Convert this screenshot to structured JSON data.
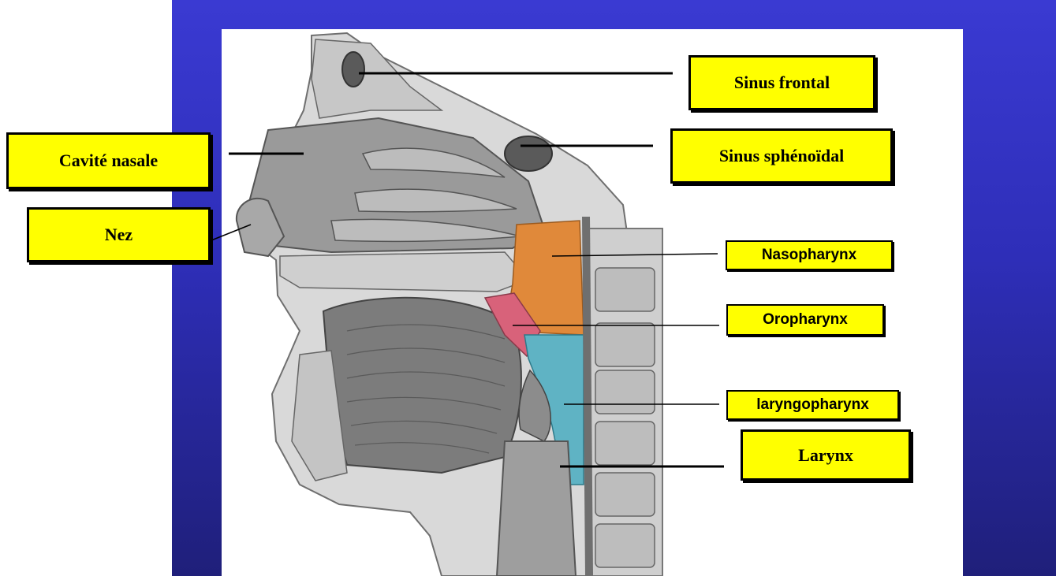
{
  "labels": {
    "sinus_frontal": "Sinus frontal",
    "sinus_sphenoidal": "Sinus sphénoïdal",
    "cavite_nasale": "Cavité nasale",
    "nez": "Nez",
    "nasopharynx": "Nasopharynx",
    "oropharynx": "Oropharynx",
    "laryngopharynx": "laryngopharynx",
    "larynx": "Larynx"
  },
  "colors": {
    "label_fill": "#ffff00",
    "slide_background": "#2e2eb8",
    "nasopharynx_region": "#e0893a",
    "oropharynx_region": "#d8627a",
    "laryngopharynx_region": "#5fb3c4"
  }
}
